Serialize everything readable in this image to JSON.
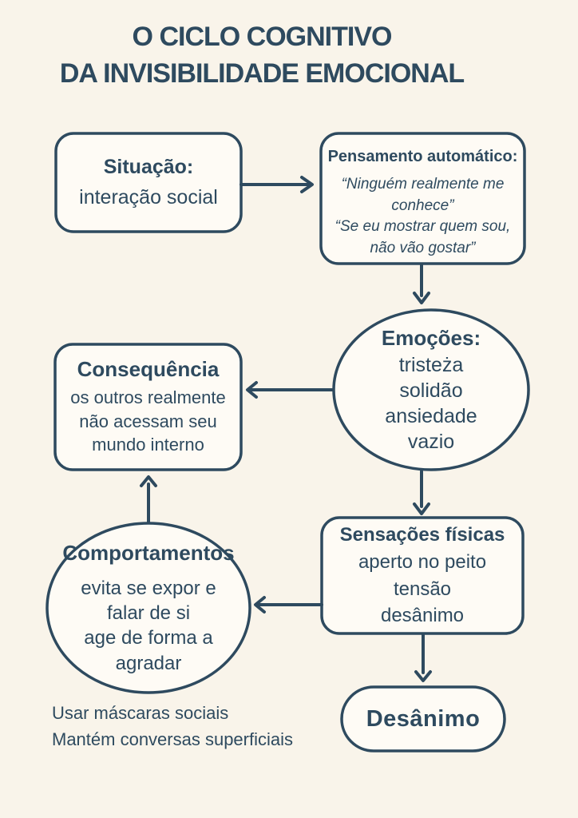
{
  "title": {
    "line1": "O CICLO COGNITIVO",
    "line2": "DA INVISIBILIDADE EMOCIONAL"
  },
  "colors": {
    "ink": "#2e4a5f",
    "bg": "#f9f4ea",
    "fill": "#fefbf5"
  },
  "nodes": {
    "situacao": {
      "shape": "rounded-rectangle",
      "heading": "Situação:",
      "body": "interação social"
    },
    "pensamento": {
      "shape": "rounded-rectangle",
      "heading": "Pensamento automático:",
      "quotes": [
        "“Ninguém realmente me conhece”",
        "“Se eu mostrar quem sou, não vão gostar”"
      ]
    },
    "emocoes": {
      "shape": "ellipse",
      "heading": "Emoções:",
      "lines": [
        "tristeża",
        "solidão",
        "ansiedade",
        "vazio"
      ]
    },
    "consequencia": {
      "shape": "rounded-rectangle",
      "heading": "Consequência",
      "body": "os outros realmente não acessam seu mundo interno"
    },
    "sensacoes": {
      "shape": "rounded-rectangle",
      "heading": "Sensações físicas",
      "lines": [
        "aperto no peito",
        "tensão",
        "desânimo"
      ]
    },
    "comportamentos": {
      "shape": "ellipse",
      "heading": "Comportamentos",
      "lines": [
        "evita se expor e",
        "falar de si",
        "age de forma a",
        "agradar"
      ]
    },
    "desanimo": {
      "shape": "stadium",
      "heading": "Desânimo"
    }
  },
  "footnote": {
    "line1": "Usar máscaras sociais",
    "line2": "Mantém conversas superficiais"
  },
  "edges": [
    {
      "from": "situacao",
      "to": "pensamento",
      "direction": "right"
    },
    {
      "from": "pensamento",
      "to": "emocoes",
      "direction": "down"
    },
    {
      "from": "emocoes",
      "to": "consequencia",
      "direction": "left"
    },
    {
      "from": "emocoes",
      "to": "sensacoes",
      "direction": "down"
    },
    {
      "from": "sensacoes",
      "to": "comportamentos",
      "direction": "left"
    },
    {
      "from": "comportamentos",
      "to": "consequencia",
      "direction": "up"
    },
    {
      "from": "sensacoes",
      "to": "desanimo",
      "direction": "down"
    }
  ]
}
